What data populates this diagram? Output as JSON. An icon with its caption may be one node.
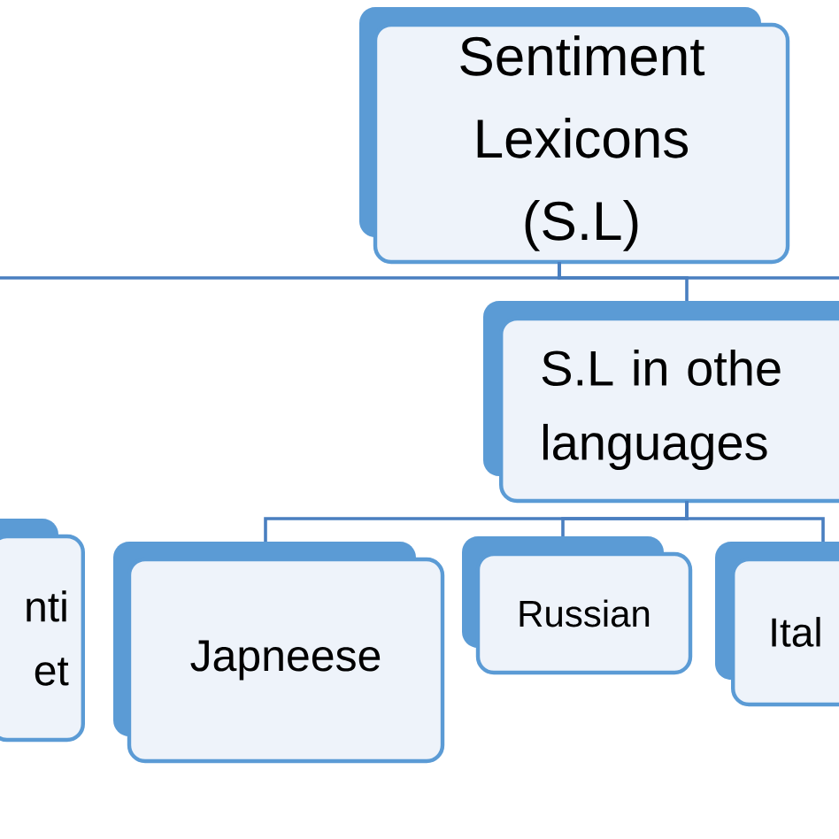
{
  "diagram": {
    "nodes": [
      {
        "text": [
          "Sentiment Lexicons (S.L)"
        ]
      },
      {
        "text": [
          "S.L in othe languages"
        ]
      },
      {
        "text": [
          "nti et"
        ]
      },
      {
        "text": [
          "Japneese"
        ]
      },
      {
        "text": [
          "Russian"
        ]
      },
      {
        "text": [
          "Ital"
        ]
      }
    ],
    "edges": [
      {
        "from": 0,
        "to": null,
        "arrow": "none"
      },
      {
        "from": 0,
        "to": 1,
        "arrow": "none"
      },
      {
        "from": 0,
        "to": null,
        "arrow": "none"
      },
      {
        "from": 1,
        "to": 3,
        "arrow": "none"
      },
      {
        "from": 1,
        "to": 4,
        "arrow": "none"
      },
      {
        "from": 1,
        "to": 5,
        "arrow": "none"
      }
    ]
  }
}
